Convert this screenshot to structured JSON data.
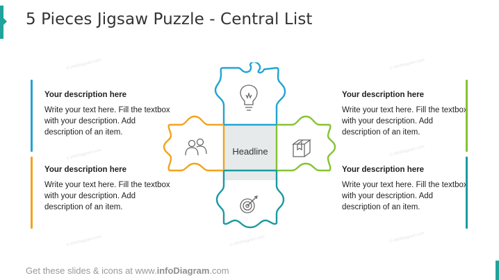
{
  "title": "5 Pieces Jigsaw Puzzle - Central List",
  "headline": "Headline",
  "colors": {
    "teal_accent": "#1fa39b",
    "blue": "#23a3d1",
    "orange": "#f2a31b",
    "lime": "#86c233",
    "dark_teal": "#1b9aa0",
    "center_fill": "#e6eaea",
    "left_bottom_bar": "#f2a31b",
    "left_top_bar": "#23a3d1",
    "right_top_bar": "#86c233",
    "right_bottom_bar": "#1b9aa0"
  },
  "items": [
    {
      "head": "Your description here",
      "body": "Write your text here. Fill the textbox with your description. Add description of an item."
    },
    {
      "head": "Your description here",
      "body": "Write your text here. Fill the textbox with your description. Add description of an item."
    },
    {
      "head": "Your description here",
      "body": "Write your text here. Fill the textbox with your description. Add description of an item."
    },
    {
      "head": "Your description here",
      "body": "Write your text here. Fill the textbox with your description. Add description of an item."
    }
  ],
  "icons": {
    "top": "lightbulb-icon",
    "left": "people-icon",
    "right": "box-icon",
    "bottom": "target-icon"
  },
  "footer": {
    "prefix": "Get these slides & icons at www.",
    "brand": "infoDiagram",
    "suffix": ".com"
  },
  "watermark": "© infoDiagram.com"
}
